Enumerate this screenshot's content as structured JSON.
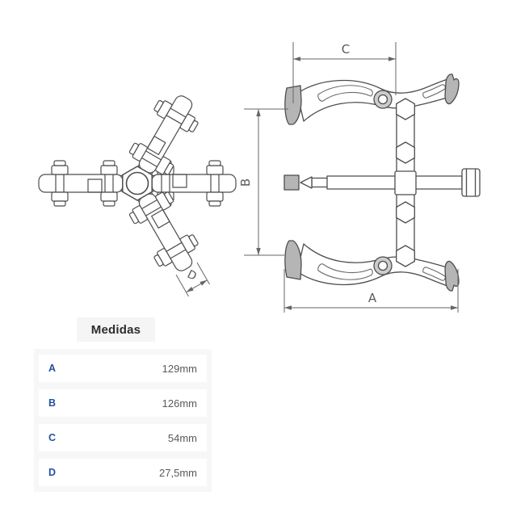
{
  "page": {
    "background": "#ffffff"
  },
  "drawing": {
    "description": "3-jaw gear puller technical drawing: top view (left) and side view (right)",
    "labels": {
      "a": "A",
      "b": "B",
      "c": "C",
      "d": "D"
    },
    "colors": {
      "line": "#4d4d4d",
      "dimension": "#666666",
      "label_text": "#5a5a5a",
      "metal_fill": "#b5b5b5",
      "boss_fill": "#cccccc"
    }
  },
  "measurements": {
    "title": "Medidas",
    "rows": [
      {
        "label": "A",
        "value": "129mm"
      },
      {
        "label": "B",
        "value": "126mm"
      },
      {
        "label": "C",
        "value": "54mm"
      },
      {
        "label": "D",
        "value": "27,5mm"
      }
    ],
    "colors": {
      "label_text": "#24519f",
      "value_text": "#58595b",
      "title_text": "#2d2d30",
      "title_bg": "#f5f5f5",
      "table_bg": "#f7f7f8",
      "row_bg": "#ffffff"
    }
  }
}
